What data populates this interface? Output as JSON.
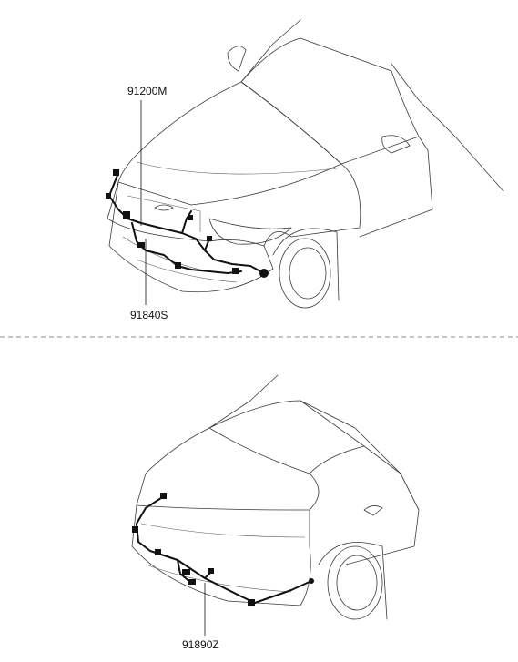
{
  "parts": {
    "front_main": "91200M",
    "front_sub": "91840S",
    "rear": "91890Z"
  }
}
